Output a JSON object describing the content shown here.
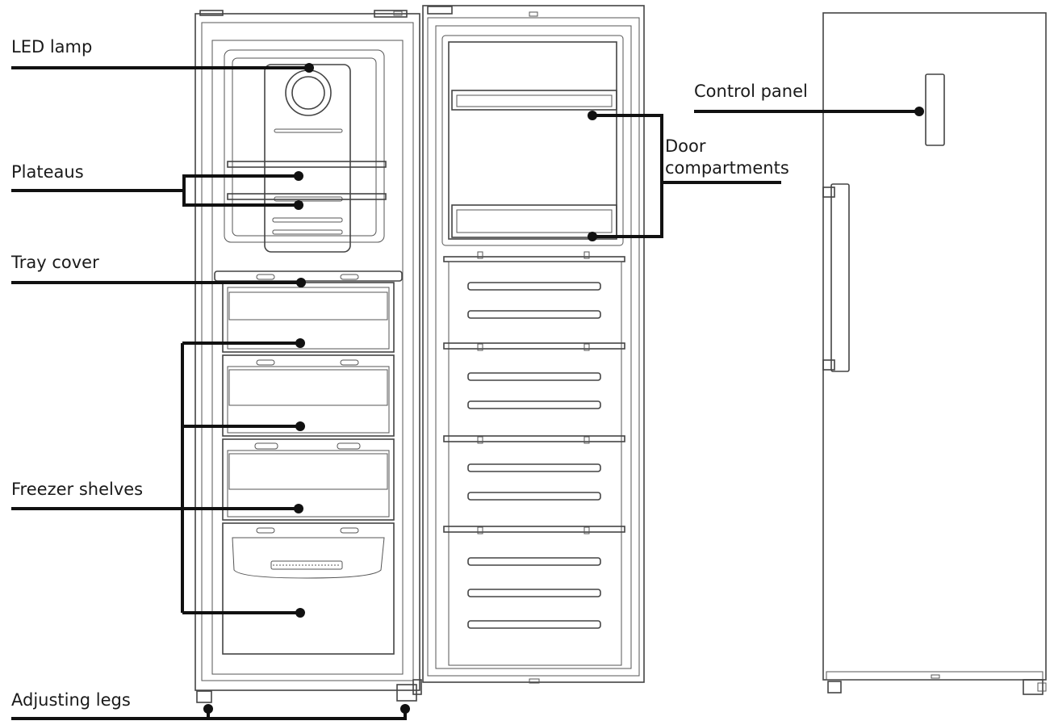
{
  "labels": {
    "led_lamp": "LED lamp",
    "plateaus": "Plateaus",
    "tray_cover": "Tray cover",
    "freezer_shelves": "Freezer shelves",
    "adjusting_legs": "Adjusting legs",
    "control_panel": "Control panel",
    "door_compartments_line1": "Door",
    "door_compartments_line2": "compartments"
  },
  "colors": {
    "line": "#111111",
    "outline": "#444444",
    "background": "#ffffff"
  }
}
